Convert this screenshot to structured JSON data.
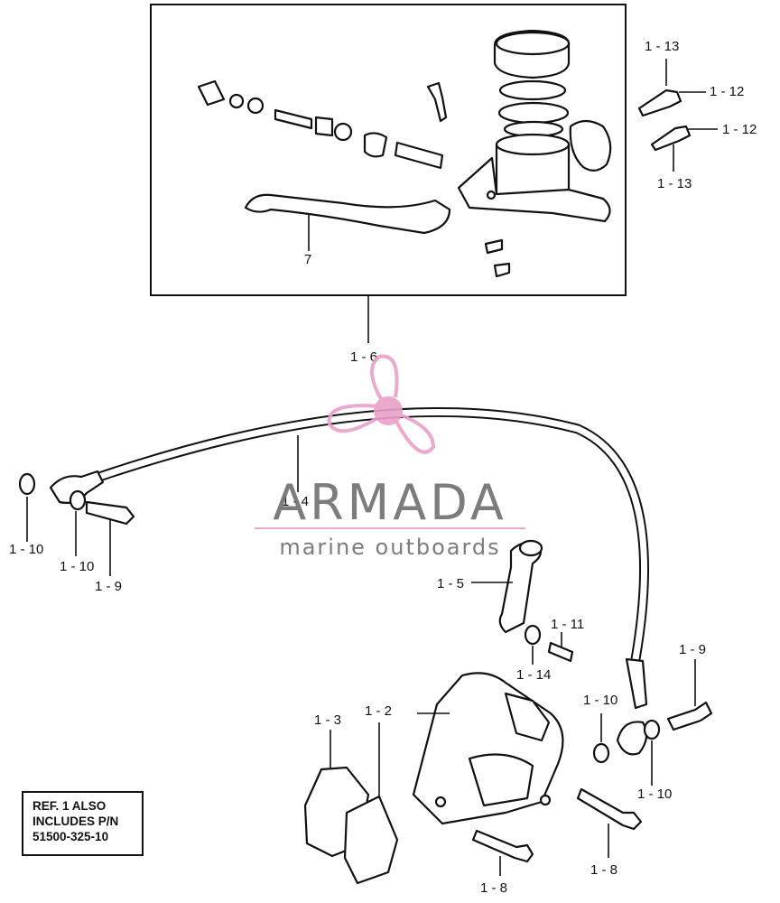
{
  "labels": {
    "l7": "7",
    "l16": "1 - 6",
    "l14": "1 - 4",
    "l15": "1 - 5",
    "l13a": "1 - 13",
    "l13b": "1 - 13",
    "l12a": "1 - 12",
    "l12b": "1 - 12",
    "l10a": "1 - 10",
    "l10b": "1 - 10",
    "l10c": "1 - 10",
    "l10d": "1 - 10",
    "l9a": "1 - 9",
    "l9b": "1 - 9",
    "l11": "1 - 11",
    "l14b": "1 - 14",
    "l13": "1 - 3",
    "l12": "1 - 2",
    "l8a": "1 - 8",
    "l8b": "1 - 8"
  },
  "note": {
    "line1": "REF. 1 ALSO",
    "line2": "INCLUDES P/N",
    "line3": "51500-325-10"
  },
  "watermark": {
    "brand": "ARMADA",
    "tagline": "marine outboards",
    "color": "#e8a0c8"
  }
}
